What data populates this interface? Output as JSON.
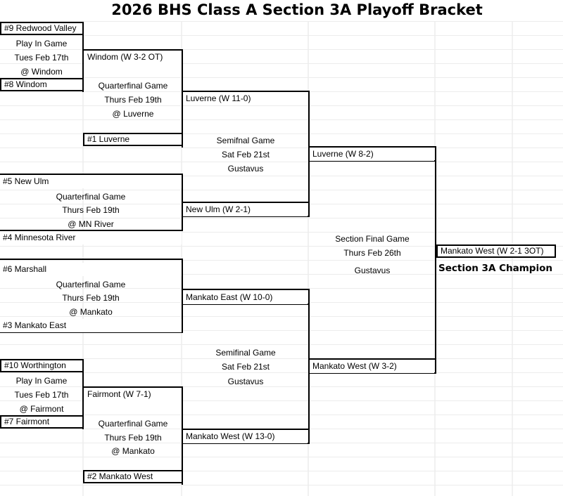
{
  "title": "2026 BHS Class A Section 3A Playoff Bracket",
  "teams": {
    "seed9": "#9 Redwood Valley",
    "seed8": "#8 Windom",
    "seed1": "#1 Luverne",
    "seed5": "#5 New Ulm",
    "seed4": "#4 Minnesota River",
    "seed6": "#6 Marshall",
    "seed3": "#3 Mankato East",
    "seed10": "#10 Worthington",
    "seed7": "#7 Fairmont",
    "seed2": "#2 Mankato West"
  },
  "results": {
    "playin_top": "Windom (W 3-2 OT)",
    "qf1": "Luverne (W 11-0)",
    "qf2": "New Ulm (W 2-1)",
    "sf_top": "Luverne (W 8-2)",
    "qf3": "Mankato East (W 10-0)",
    "playin_bottom": "Fairmont (W 7-1)",
    "qf4": "Mankato West (W 13-0)",
    "sf_bottom": "Mankato West (W 3-2)",
    "final": "Mankato West (W 2-1 3OT)"
  },
  "games": {
    "playin_top": [
      "Play In Game",
      "Tues Feb 17th",
      "@ Windom"
    ],
    "qf1": [
      "Quarterfinal Game",
      "Thurs Feb 19th",
      "@ Luverne"
    ],
    "sf_top": [
      "Semifnal Game",
      "Sat Feb 21st",
      "Gustavus"
    ],
    "qf2": [
      "Quarterfinal Game",
      "Thurs Feb 19th",
      "@ MN River"
    ],
    "final": [
      "Section Final Game",
      "Thurs Feb 26th",
      "Gustavus"
    ],
    "qf3": [
      "Quarterfinal Game",
      "Thurs Feb 19th",
      "@ Mankato"
    ],
    "sf_bottom": [
      "Semifinal Game",
      "Sat Feb 21st",
      "Gustavus"
    ],
    "playin_bottom": [
      "Play In Game",
      "Tues Feb 17th",
      "@ Fairmont"
    ],
    "qf4": [
      "Quarterfinal Game",
      "Thurs Feb 19th",
      "@ Mankato"
    ]
  },
  "champion_label": "Section 3A Champion"
}
